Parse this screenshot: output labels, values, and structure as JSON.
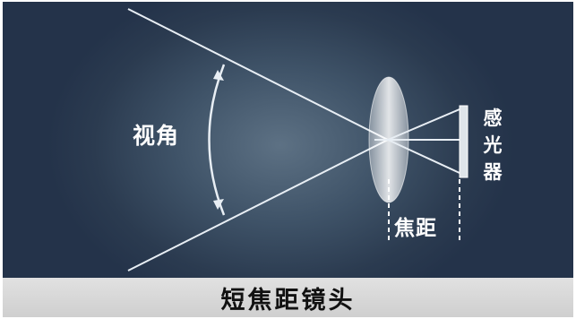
{
  "diagram": {
    "view_angle_label": "视角",
    "focal_length_label": "焦距",
    "sensor_label": "感光器"
  },
  "caption": "短焦距镜头",
  "colors": {
    "background_center": "#5d7184",
    "background_edge": "#24334a",
    "line": "#e8eef4",
    "caption_bar": "#d8d8d8"
  }
}
